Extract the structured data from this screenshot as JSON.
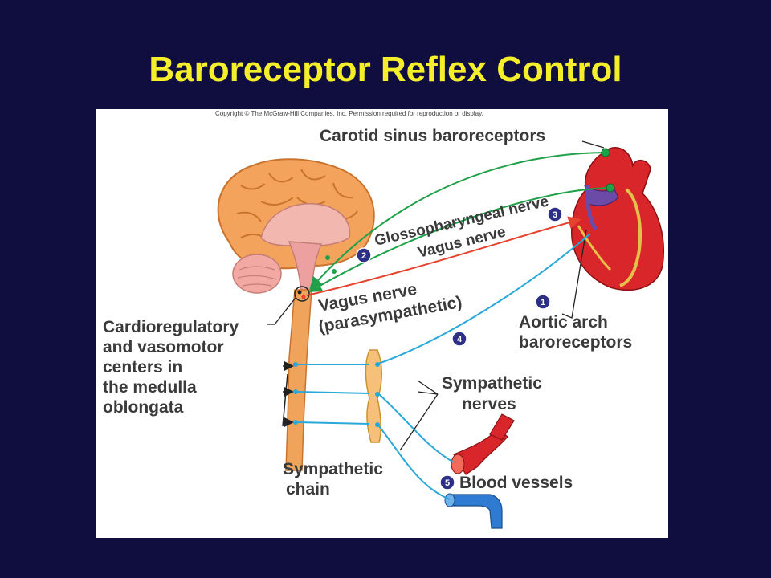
{
  "slide": {
    "title": "Baroreceptor Reflex Control"
  },
  "figure": {
    "copyright": "Copyright © The McGraw-Hill Companies, Inc. Permission required for reproduction or display.",
    "labels": {
      "carotid": "Carotid sinus baroreceptors",
      "glosso": "Glossopharyngeal nerve",
      "vagus_sensory": "Vagus nerve",
      "vagus_motor_1": "Vagus nerve",
      "vagus_motor_2": "(parasympathetic)",
      "aortic_1": "Aortic arch",
      "aortic_2": "baroreceptors",
      "centers_1": "Cardioregulatory",
      "centers_2": "and vasomotor",
      "centers_3": "centers in",
      "centers_4": "the medulla",
      "centers_5": "oblongata",
      "symp_nerves_1": "Sympathetic",
      "symp_nerves_2": "nerves",
      "symp_chain_1": "Sympathetic",
      "symp_chain_2": "chain",
      "blood_vessels": "Blood vessels"
    },
    "steps": [
      "1",
      "2",
      "3",
      "4",
      "5"
    ],
    "colors": {
      "sensory_green": "#1fa14a",
      "vagus_red": "#e5432e",
      "sympathetic_blue": "#29a8d9",
      "title_yellow": "#f5ee2a",
      "background": "#0f0e3e",
      "badge": "#2e2f86"
    }
  }
}
